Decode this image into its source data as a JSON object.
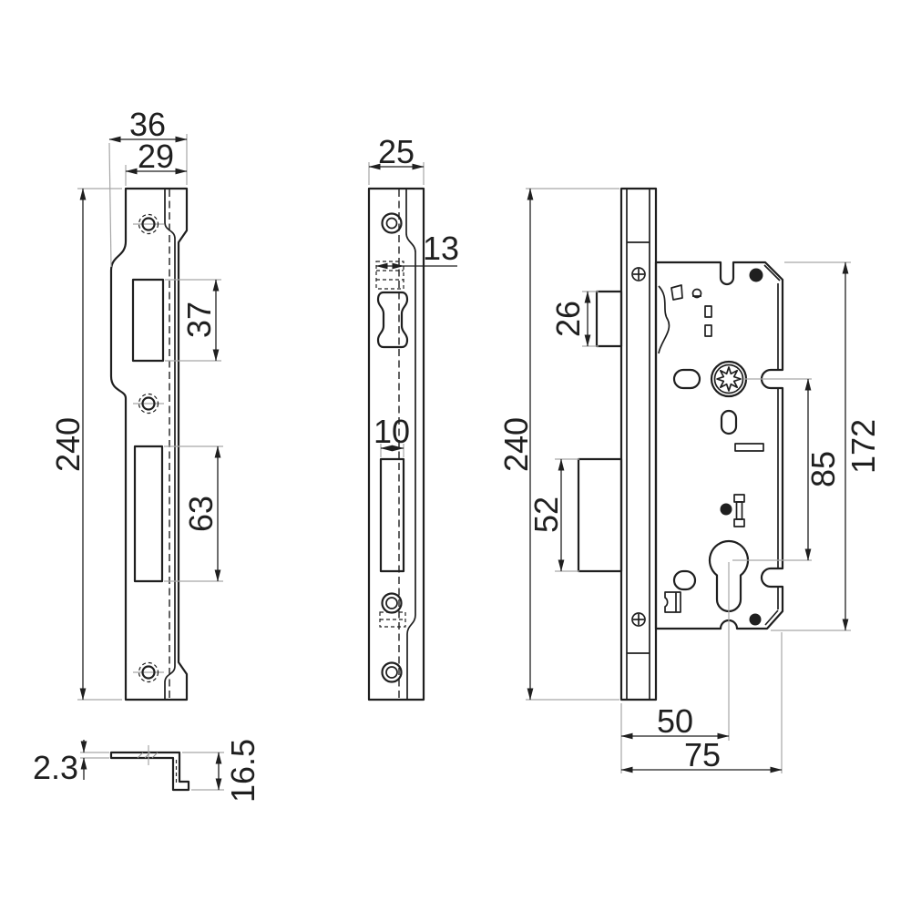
{
  "drawing": {
    "kind": "mortise-lock-technical-drawing",
    "views": {
      "strike_plate": {
        "dims": {
          "outer_width": "36",
          "inner_width": "29",
          "length": "240",
          "latch_cutout_height": "37",
          "deadbolt_cutout_height": "63"
        }
      },
      "forend": {
        "dims": {
          "width": "25",
          "latch_channel_width": "13",
          "deadbolt_slot_width": "10"
        }
      },
      "lock_body": {
        "dims": {
          "length": "240",
          "latch_bolt_height": "26",
          "deadbolt_height": "52",
          "follower_to_cylinder": "85",
          "case_height": "172",
          "backset": "50",
          "case_depth": "75"
        }
      },
      "section": {
        "dims": {
          "plate_thickness": "2.3",
          "lip_height": "16.5"
        }
      }
    },
    "colors": {
      "line": "#1f1f1f",
      "extension": "#a6a6a6",
      "background": "#ffffff"
    }
  }
}
